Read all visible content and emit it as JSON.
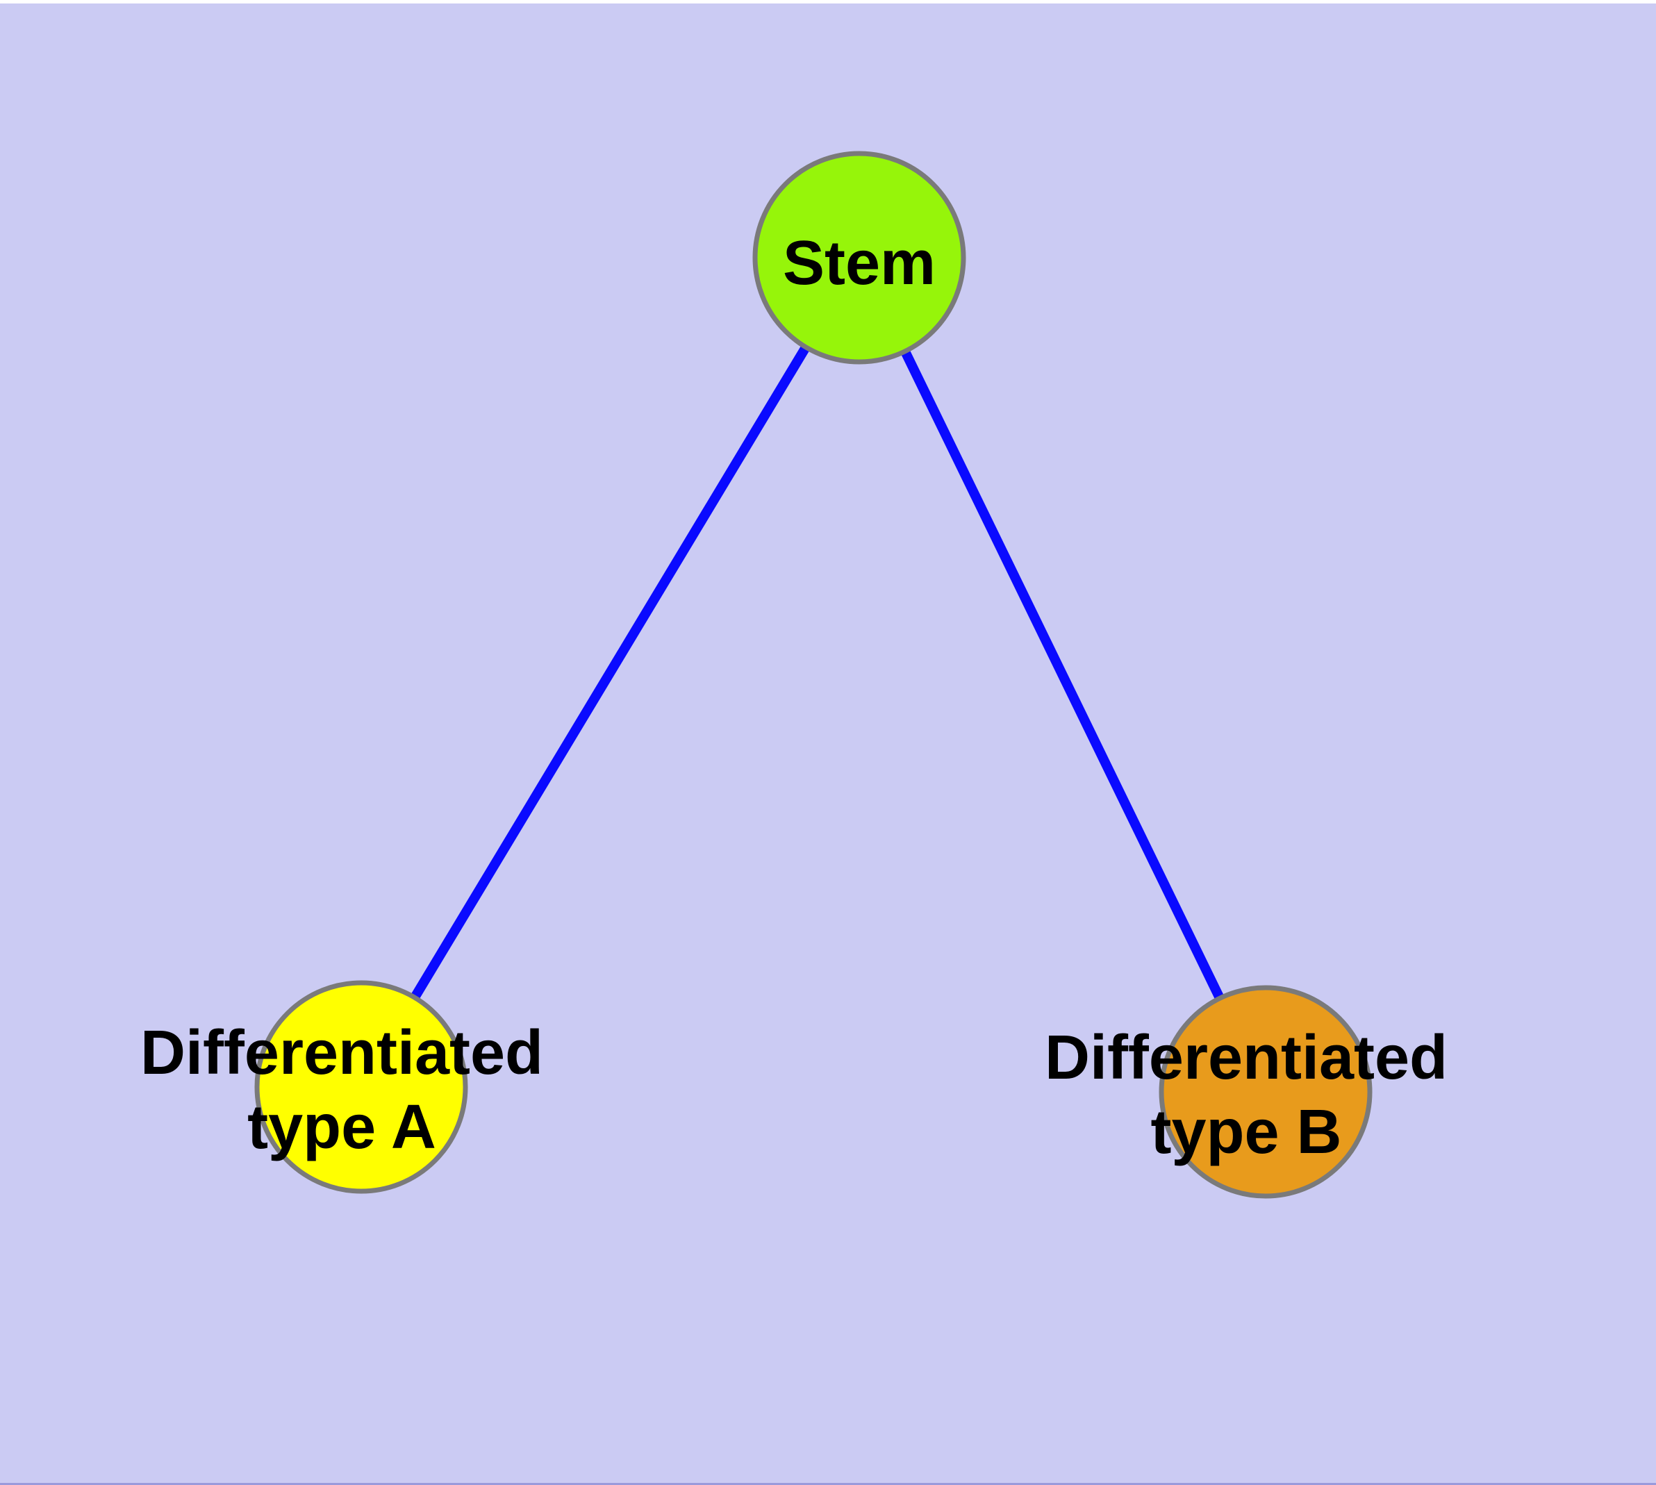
{
  "diagram": {
    "background_color": "#CBCBF3",
    "top_border_color": "#FFFFFF",
    "bottom_border_color": "#9A9ADB",
    "edge_color": "#0A0AFF",
    "node_border_color": "#7A7A7A",
    "text_color": "#000000",
    "nodes": [
      {
        "id": "stem",
        "label_lines": [
          "Stem"
        ],
        "fill": "#96F50A"
      },
      {
        "id": "differentiated-type-a",
        "label_lines": [
          "Differentiated",
          "type A"
        ],
        "fill": "#FFFF00"
      },
      {
        "id": "differentiated-type-b",
        "label_lines": [
          "Differentiated",
          "type B"
        ],
        "fill": "#E89B1C"
      }
    ],
    "edges": [
      {
        "from": "stem",
        "to": "differentiated-type-a"
      },
      {
        "from": "stem",
        "to": "differentiated-type-b"
      }
    ]
  }
}
